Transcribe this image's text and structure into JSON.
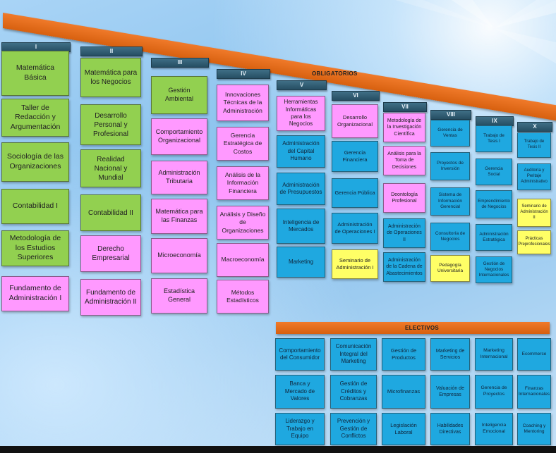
{
  "obligatorios_label": "OBLIGATORIOS",
  "electivos_label": "ELECTIVOS",
  "colors": {
    "general": "#92d050",
    "especifico": "#ff99ff",
    "especialidad": "#1fa8e0",
    "practicas": "#ffff66",
    "bar": "#e8701f",
    "header": "#2f5e75"
  },
  "semesters": [
    {
      "label": "I",
      "courses": [
        "Matemática Básica",
        "Taller de Redacción y Argumentación",
        "Sociología de las Organizaciones",
        "Contabilidad I",
        "Metodología de los Estudios Superiores",
        "Fundamento de Administración I"
      ]
    },
    {
      "label": "II",
      "courses": [
        "Matemática para los Negocios",
        "Desarrollo Personal y Profesional",
        "Realidad Nacional y Mundial",
        "Contabilidad II",
        "Derecho Empresarial",
        "Fundamento de Administración II"
      ]
    },
    {
      "label": "III",
      "courses": [
        "Gestión Ambiental",
        "Comportamiento Organizacional",
        "Administración Tributaria",
        "Matemática para las Finanzas",
        "Microeconomía",
        "Estadística General"
      ]
    },
    {
      "label": "IV",
      "courses": [
        "Innovaciones Técnicas de la Administración",
        "Gerencia Estratégica de Costos",
        "Análisis de la Información Financiera",
        "Análisis y Diseño de Organizaciones",
        "Macroeconomía",
        "Métodos Estadísticos"
      ]
    },
    {
      "label": "V",
      "courses": [
        "Herramientas Informáticas para los Negocios",
        "Administración del Capital Humano",
        "Administración de Presupuestos",
        "Inteligencia de Mercados",
        "Marketing"
      ]
    },
    {
      "label": "VI",
      "courses": [
        "Desarrollo Organizacional",
        "Gerencia Financiera",
        "Gerencia Pública",
        "Administración de Operaciones I",
        "Seminario de Administración I"
      ]
    },
    {
      "label": "VII",
      "courses": [
        "Metodología de la Investigación Científica",
        "Análisis para la Toma de Decisiones",
        "Deontología Profesional",
        "Administración de Operaciones II",
        "Administración de la Cadena de Abastecimientos"
      ]
    },
    {
      "label": "VIII",
      "courses": [
        "Gerencia de Ventas",
        "Proyectos de Inversión",
        "Sistema de Información Gerencial",
        "Consultoría de Negocios",
        "Pedagogía Universitaria"
      ]
    },
    {
      "label": "IX",
      "courses": [
        "Trabajo de Tesis I",
        "Gerencia Social",
        "Emprendimiento de Negocios",
        "Administración Estratégica",
        "Gestión de Negocios Internacionales"
      ]
    },
    {
      "label": "X",
      "courses": [
        "Trabajo de Tesis II",
        "Auditoría y Peritaje Administrativo",
        "Seminario de Administración II",
        "Prácticas Preprofesionales"
      ]
    }
  ],
  "electivos": [
    [
      "Comportamiento del Consumidor",
      "Comunicación Integral del Marketing",
      "Gestión de Productos",
      "Marketing de Servicios",
      "Marketing Internacional",
      "Ecommerce"
    ],
    [
      "Banca y Mercado de Valores",
      "Gestión de Créditos y Cobranzas",
      "Microfinanzas",
      "Valuación de Empresas",
      "Gerencia de Proyectos",
      "Finanzas Internacionales"
    ],
    [
      "Liderazgo y Trabajo en Equipo",
      "Prevención y Gestión de Conflictos",
      "Legislación Laboral",
      "Habilidades Directivas",
      "Inteligencia Emocional",
      "Coaching y Mentoring"
    ]
  ]
}
